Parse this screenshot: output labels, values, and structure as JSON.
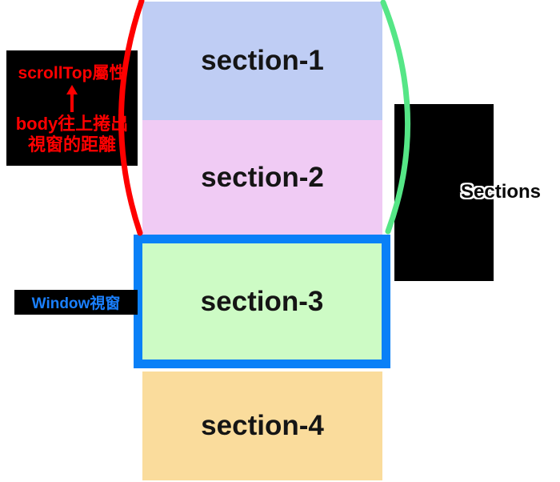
{
  "diagram": {
    "sections": [
      {
        "label": "section-1",
        "color": "#bfcdf4"
      },
      {
        "label": "section-2",
        "color": "#f0cbf4"
      },
      {
        "label": "section-3",
        "color": "#cdfbc5"
      },
      {
        "label": "section-4",
        "color": "#fadc9c"
      }
    ],
    "viewport": {
      "border_color": "#0a80f7"
    },
    "scrolltop_annotation": {
      "line1": "scrollTop屬性",
      "up_arrow_icon": "↑",
      "line2": "body往上捲出",
      "line3": "視窗的距離",
      "text_color": "#ff0000",
      "bg_color": "#000000"
    },
    "window_label": {
      "text": "Window視窗",
      "text_color": "#1a80ff",
      "bg_color": "#000000"
    },
    "right_panel": {
      "label": "Sections",
      "bg_color": "#000000"
    },
    "braces": {
      "left_color": "#ff0000",
      "right_color": "#55e686"
    }
  }
}
